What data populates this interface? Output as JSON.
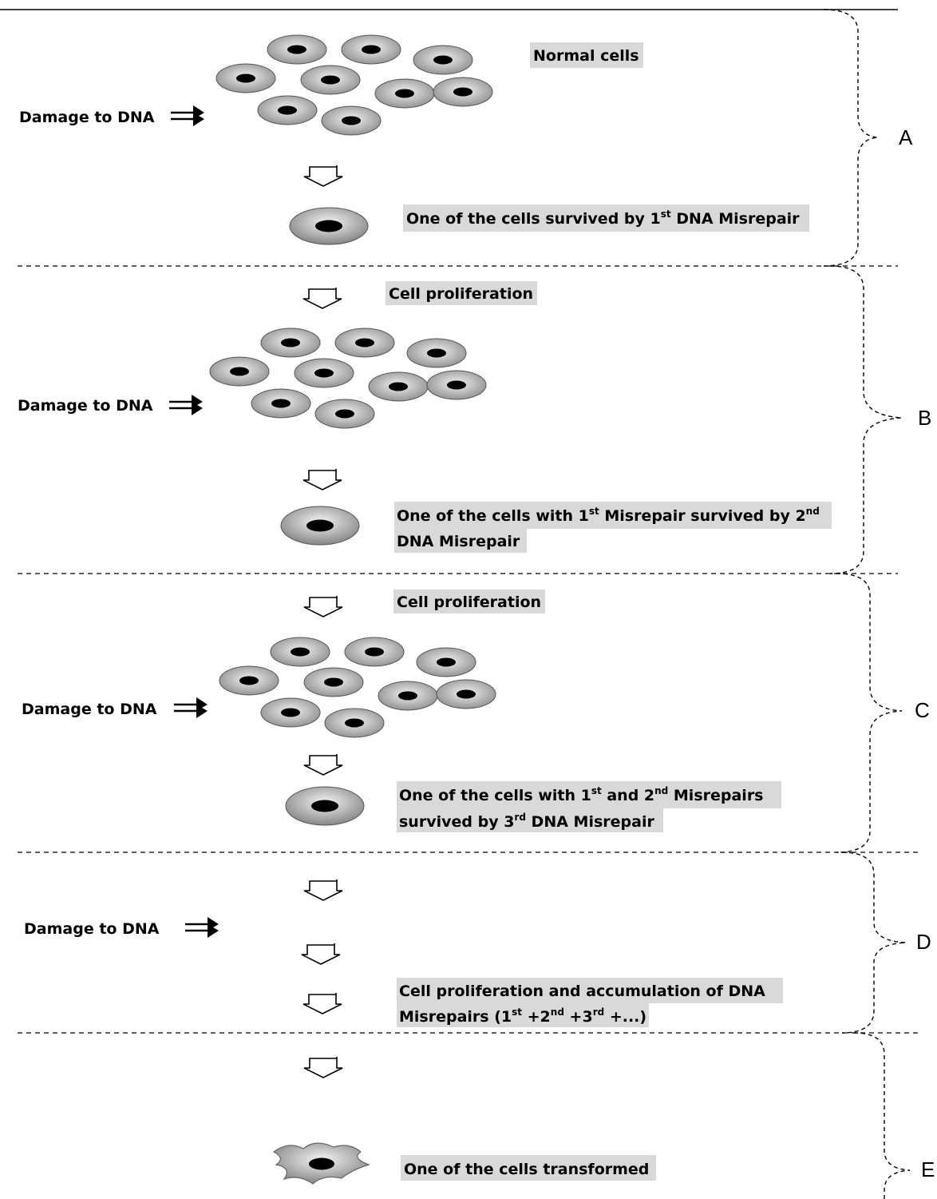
{
  "stages": [
    {
      "letter": "A",
      "top_label": "Normal cells",
      "damage_label": "Damage to DNA",
      "result_label": {
        "pre": "One of the cells survived by 1",
        "sup": "st",
        "post": " DNA Misrepair"
      }
    },
    {
      "letter": "B",
      "top_label": "Cell proliferation",
      "damage_label": "Damage to DNA",
      "result_label_line1": {
        "pre": "One of the cells with 1",
        "sup1": "st",
        "mid": " Misrepair survived by 2",
        "sup2": "nd"
      },
      "result_label_line2": "DNA Misrepair"
    },
    {
      "letter": "C",
      "top_label": "Cell proliferation",
      "damage_label": "Damage to DNA",
      "result_label_line1": {
        "pre": "One of the cells with 1",
        "sup1": "st",
        "mid": " and 2",
        "sup2": "nd",
        "post": " Misrepairs"
      },
      "result_label_line2": {
        "pre": "survived by 3",
        "sup": "rd",
        "post": " DNA Misrepair"
      }
    },
    {
      "letter": "D",
      "damage_label": "Damage to DNA",
      "result_label_line1": "Cell proliferation and accumulation of DNA",
      "result_label_line2": {
        "t1": "Misrepairs (1",
        "s1": "st",
        "t2": " +2",
        "s2": "nd",
        "t3": " +3",
        "s3": "rd",
        "t4": " +...)"
      }
    },
    {
      "letter": "E",
      "result_label": "One of the cells transformed"
    }
  ],
  "colors": {
    "label_bg": "#d9d9d9",
    "cell_fill_light": "#efefef",
    "cell_fill_dark": "#8a8a8a",
    "nucleus": "#000000",
    "line": "#000000"
  }
}
